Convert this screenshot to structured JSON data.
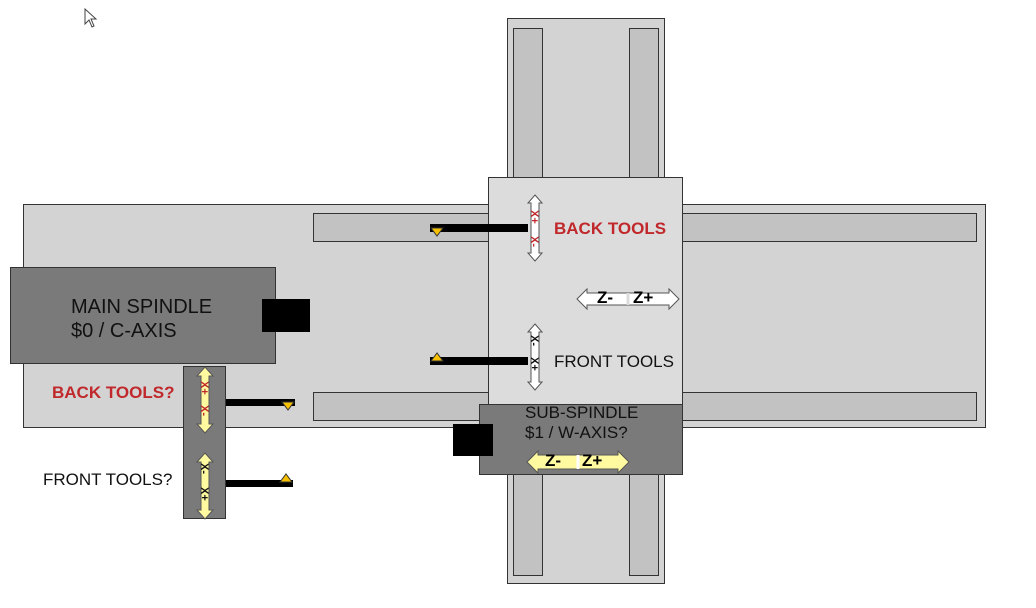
{
  "main_spindle": {
    "line1": "MAIN SPINDLE",
    "line2": "$0 / C-AXIS"
  },
  "sub_spindle": {
    "line1": "SUB-SPINDLE",
    "line2": "$1 / W-AXIS?"
  },
  "labels": {
    "back_tools": "BACK TOOLS",
    "front_tools": "FRONT TOOLS",
    "back_tools_q": "BACK TOOLS?",
    "front_tools_q": "FRONT TOOLS?"
  },
  "axis_arrows": {
    "x_plus": "X+",
    "x_minus": "X-",
    "z_minus": "Z-",
    "z_plus": "Z+"
  },
  "colors": {
    "bed": "#d3d3d3",
    "slide": "#dcdcdc",
    "spindle": "#7a7a7a",
    "highlight": "#fff9a0",
    "red": "#c0282b",
    "tool_tip": "#f5c000"
  }
}
